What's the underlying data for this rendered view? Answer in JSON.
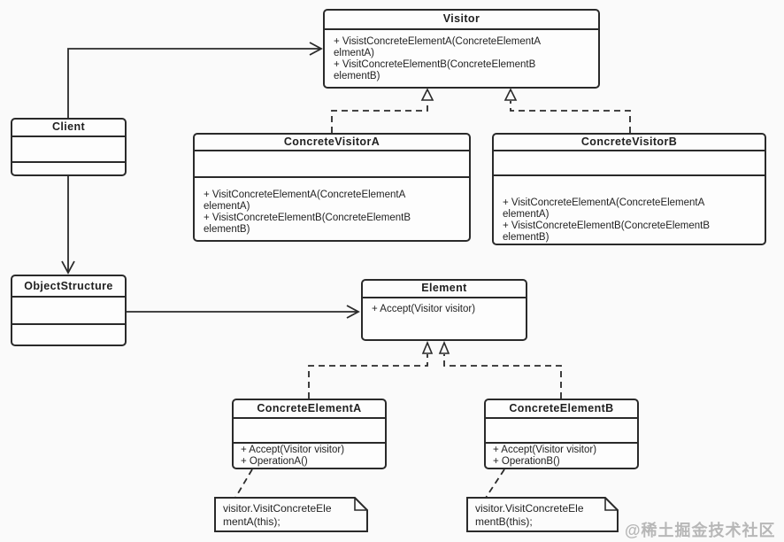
{
  "diagram": {
    "classes": {
      "visitor": {
        "title": "Visitor",
        "methods": "+ VisistConcreteElementA(ConcreteElementA\nelmentA)\n+ VisitConcreteElementB(ConcreteElementB\nelementB)"
      },
      "client": {
        "title": "Client"
      },
      "concreteVisitorA": {
        "title": "ConcreteVisitorA",
        "methods": "+ VisitConcreteElementA(ConcreteElementA\nelementA)\n+ VisistConcreteElementB(ConcreteElementB\nelementB)"
      },
      "concreteVisitorB": {
        "title": "ConcreteVisitorB",
        "methods": "+ VisitConcreteElementA(ConcreteElementA\nelementA)\n+ VisistConcreteElementB(ConcreteElementB\nelementB)"
      },
      "objectStructure": {
        "title": "ObjectStructure"
      },
      "element": {
        "title": "Element",
        "methods": "+ Accept(Visitor visitor)"
      },
      "concreteElementA": {
        "title": "ConcreteElementA",
        "methods": "+ Accept(Visitor visitor)\n+ OperationA()"
      },
      "concreteElementB": {
        "title": "ConcreteElementB",
        "methods": "+ Accept(Visitor visitor)\n+ OperationB()"
      }
    },
    "notes": {
      "noteA": "visitor.VisitConcreteEle\nmentA(this);",
      "noteB": "visitor.VisitConcreteEle\nmentB(this);"
    },
    "watermark": "@稀土掘金技术社区",
    "colors": {
      "line": "#2a2a2a",
      "background": "#fafafa",
      "watermark": "#b7b7b7"
    }
  }
}
